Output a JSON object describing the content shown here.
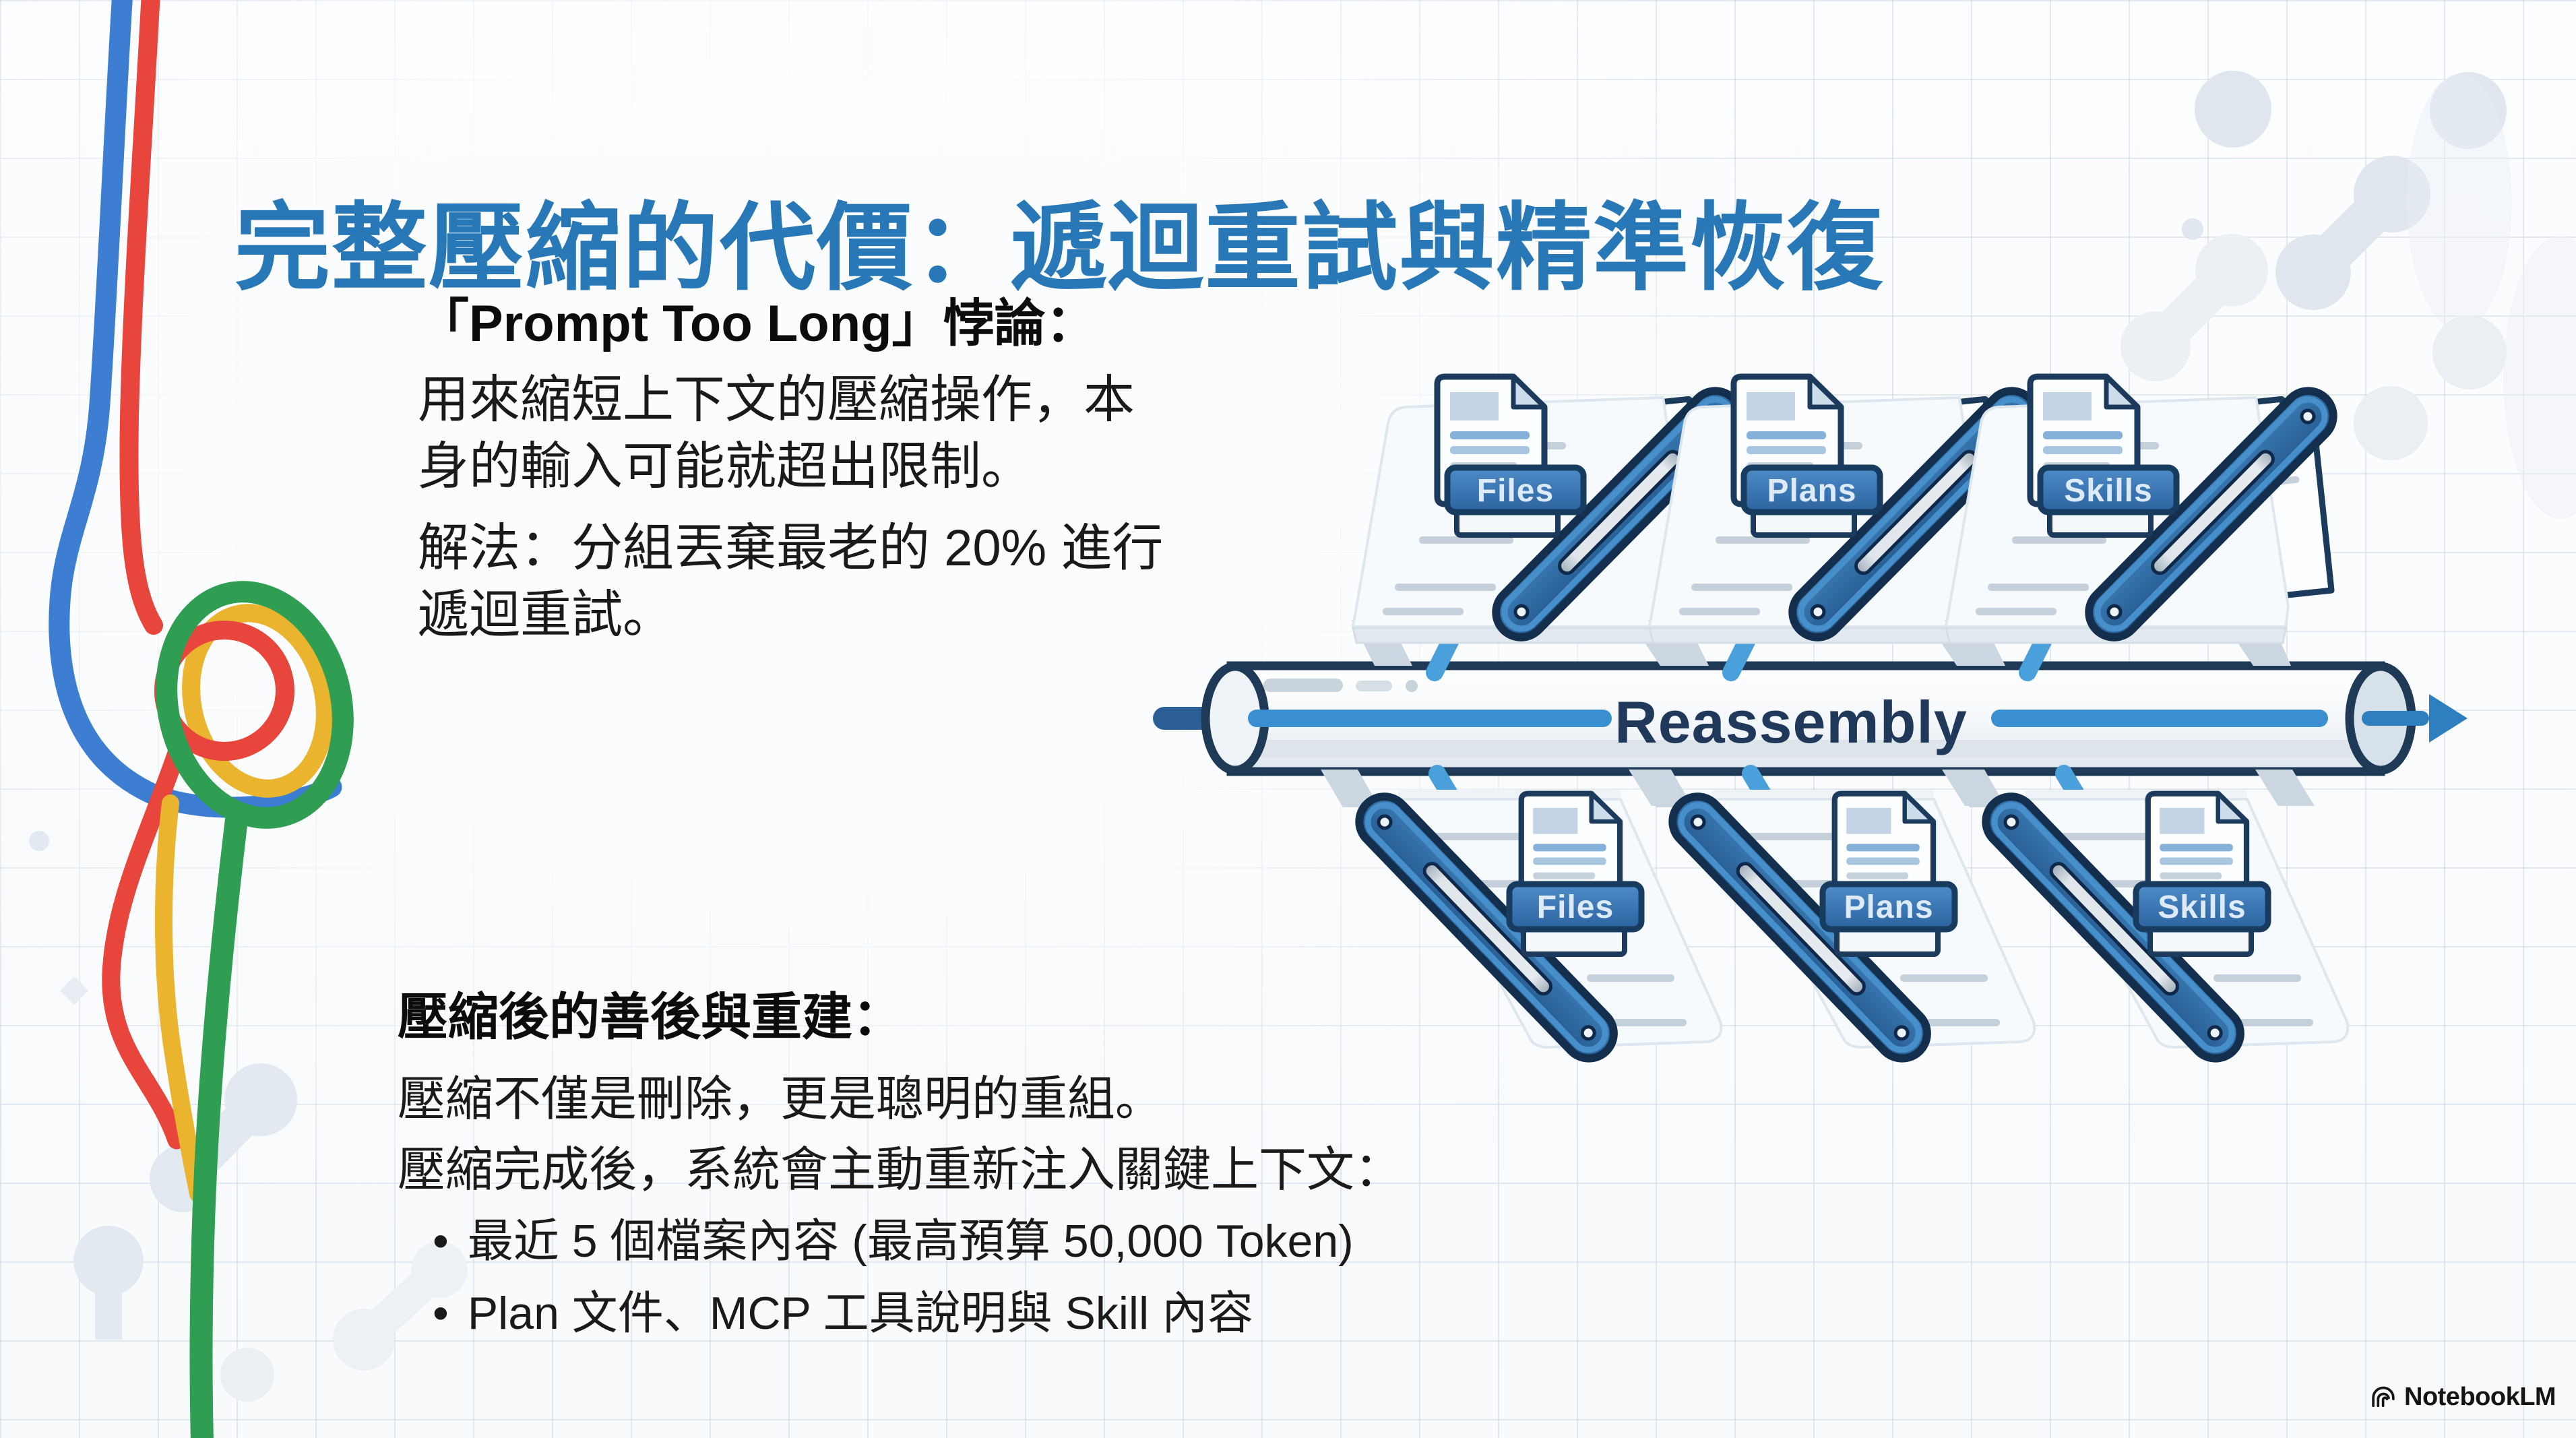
{
  "slide": {
    "title": "完整壓縮的代價：遞迴重試與精準恢復",
    "paradox": {
      "heading": "「Prompt Too Long」悖論：",
      "line1": "用來縮短上下文的壓縮操作，本",
      "line2": "身的輸入可能就超出限制。",
      "line3": "解法：分組丟棄最老的 20% 進行",
      "line4": "遞迴重試。"
    },
    "rebuild": {
      "heading": "壓縮後的善後與重建：",
      "line1": "壓縮不僅是刪除，更是聰明的重組。",
      "line2": "壓縮完成後，系統會主動重新注入關鍵上下文：",
      "bullet_glyph": "•",
      "bullet1": "最近 5 個檔案內容 (最高預算 50,000 Token)",
      "bullet2": "Plan 文件、MCP 工具說明與 Skill 內容"
    },
    "diagram": {
      "pipe_label": "Reassembly",
      "top_belts": [
        {
          "label": "Files"
        },
        {
          "label": "Plans"
        },
        {
          "label": "Skills"
        }
      ],
      "bottom_belts": [
        {
          "label": "Files"
        },
        {
          "label": "Plans"
        },
        {
          "label": "Skills"
        }
      ]
    },
    "footer": {
      "brand": "NotebookLM"
    },
    "colors": {
      "title_blue": "#2878b7",
      "pipe_outline": "#1e3a57",
      "flow_blue": "#3a8fd0",
      "badge_blue": "#346fad",
      "ribbon_blue": "#3d7ed2",
      "ribbon_red": "#e8453c",
      "ribbon_yellow": "#eab42e",
      "ribbon_green": "#2f9e52"
    }
  }
}
